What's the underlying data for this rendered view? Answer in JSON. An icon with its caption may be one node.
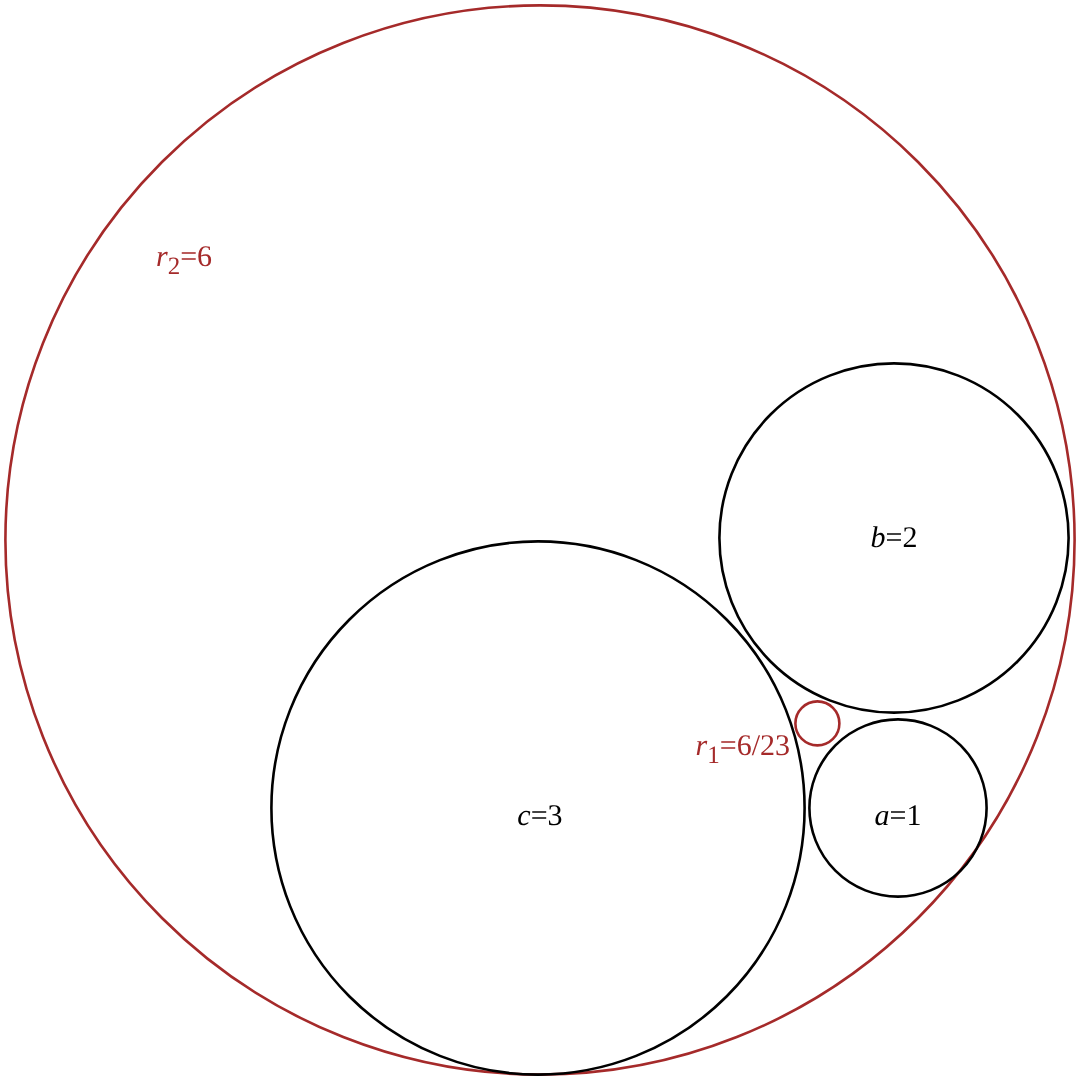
{
  "diagram": {
    "nodes": [
      {
        "text": [
          "*r*$_{2}$=6"
        ]
      },
      {
        "text": [
          "*b*=2"
        ],
        "in": 0
      },
      {
        "text": [
          "*c*=3"
        ],
        "in": 0
      },
      {
        "text": [],
        "shape": "circle",
        "in": 0,
        "beside": [
          "*r*$_{1}$=6/23"
        ]
      },
      {
        "text": [
          "*a*=1"
        ],
        "in": 0
      }
    ]
  }
}
